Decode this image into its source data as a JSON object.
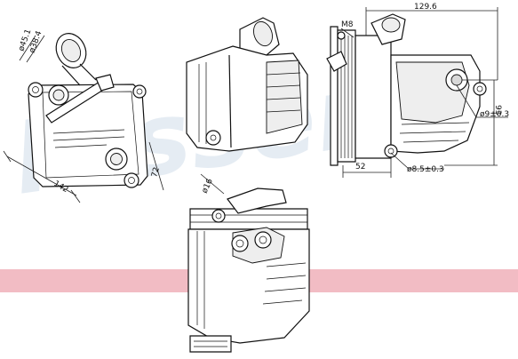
{
  "watermark": {
    "text": "Nissens",
    "color": "#c9d8e8"
  },
  "band": {
    "color": "#f2bcc4"
  },
  "dimensions": {
    "d_outer": "ø45.1",
    "d_inner": "ø38.4",
    "width_142": "142",
    "height_72": "72",
    "hose_d16": "ø16",
    "top_129_6": "129.6",
    "thread_m8": "M8",
    "height_93": "93",
    "bore_9": "ø9±0.3",
    "base_52": "52",
    "bore_8_5": "ø8.5±0.3"
  }
}
